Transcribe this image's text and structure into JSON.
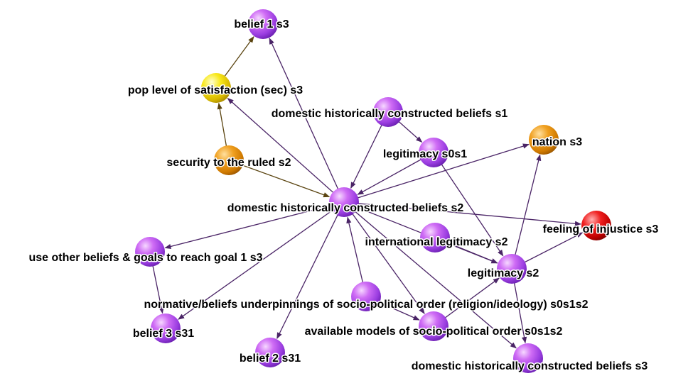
{
  "nodes": [
    {
      "id": "belief1",
      "label": "belief 1 s3",
      "color": "purple"
    },
    {
      "id": "pop",
      "label": "pop level of satisfaction (sec) s3",
      "color": "yellow"
    },
    {
      "id": "dhcb1",
      "label": "domestic historically constructed beliefs s1",
      "color": "purple"
    },
    {
      "id": "security",
      "label": "security to the ruled s2",
      "color": "orange"
    },
    {
      "id": "legit_s0s1",
      "label": "legitimacy s0s1",
      "color": "purple"
    },
    {
      "id": "nation",
      "label": "nation s3",
      "color": "orange"
    },
    {
      "id": "dhcb2",
      "label": "domestic historically constructed beliefs s2",
      "color": "purple"
    },
    {
      "id": "injustice",
      "label": "feeling of injustice s3",
      "color": "red"
    },
    {
      "id": "intl_legit",
      "label": "international legitimacy s2",
      "color": "purple"
    },
    {
      "id": "other_beliefs",
      "label": "use other beliefs & goals to reach goal 1 s3",
      "color": "purple"
    },
    {
      "id": "legit_s2",
      "label": "legitimacy s2",
      "color": "purple"
    },
    {
      "id": "normative",
      "label": "normative/beliefs underpinnings of socio-political order (religion/ideology) s0s1s2",
      "color": "purple"
    },
    {
      "id": "belief3",
      "label": "belief 3 s31",
      "color": "purple"
    },
    {
      "id": "models",
      "label": "available models of socio-political order s0s1s2",
      "color": "purple"
    },
    {
      "id": "belief2",
      "label": "belief 2 s31",
      "color": "purple"
    },
    {
      "id": "dhcb3",
      "label": "domestic historically constructed beliefs s3",
      "color": "purple"
    }
  ],
  "edges": [
    {
      "from": "pop",
      "to": "belief1",
      "color": "brown"
    },
    {
      "from": "security",
      "to": "pop",
      "color": "brown"
    },
    {
      "from": "security",
      "to": "dhcb2",
      "color": "brown"
    },
    {
      "from": "dhcb2",
      "to": "belief1",
      "color": "purple"
    },
    {
      "from": "dhcb2",
      "to": "pop",
      "color": "purple"
    },
    {
      "from": "dhcb1",
      "to": "legit_s0s1",
      "color": "purple"
    },
    {
      "from": "dhcb1",
      "to": "dhcb2",
      "color": "purple"
    },
    {
      "from": "legit_s0s1",
      "to": "dhcb2",
      "color": "purple"
    },
    {
      "from": "legit_s0s1",
      "to": "legit_s2",
      "color": "purple"
    },
    {
      "from": "dhcb2",
      "to": "nation",
      "color": "purple"
    },
    {
      "from": "dhcb2",
      "to": "injustice",
      "color": "purple"
    },
    {
      "from": "dhcb2",
      "to": "other_beliefs",
      "color": "purple"
    },
    {
      "from": "dhcb2",
      "to": "belief3",
      "color": "purple"
    },
    {
      "from": "dhcb2",
      "to": "belief2",
      "color": "purple"
    },
    {
      "from": "dhcb2",
      "to": "legit_s2",
      "color": "purple"
    },
    {
      "from": "dhcb2",
      "to": "models",
      "color": "purple"
    },
    {
      "from": "dhcb2",
      "to": "dhcb3",
      "color": "purple"
    },
    {
      "from": "intl_legit",
      "to": "legit_s2",
      "color": "purple"
    },
    {
      "from": "normative",
      "to": "dhcb2",
      "color": "purple"
    },
    {
      "from": "normative",
      "to": "models",
      "color": "purple"
    },
    {
      "from": "models",
      "to": "legit_s2",
      "color": "purple"
    },
    {
      "from": "legit_s2",
      "to": "nation",
      "color": "purple"
    },
    {
      "from": "legit_s2",
      "to": "injustice",
      "color": "purple"
    },
    {
      "from": "legit_s2",
      "to": "dhcb3",
      "color": "purple"
    },
    {
      "from": "other_beliefs",
      "to": "belief3",
      "color": "purple"
    }
  ]
}
